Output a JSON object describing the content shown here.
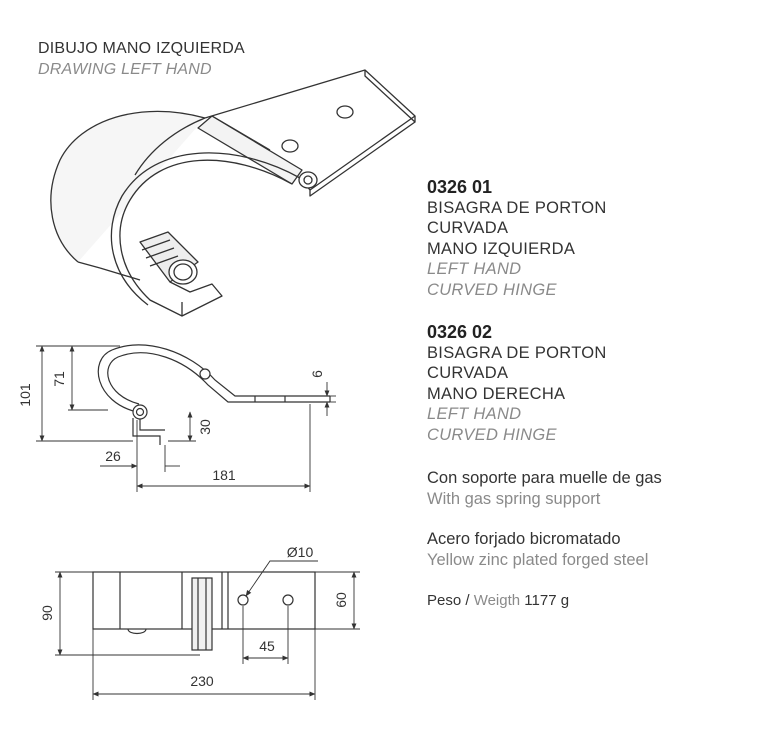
{
  "drawing_title": {
    "es": "DIBUJO MANO IZQUIERDA",
    "en": "DRAWING LEFT HAND"
  },
  "products": [
    {
      "code": "0326 01",
      "lines_es": [
        "BISAGRA DE PORTON",
        "CURVADA",
        "MANO IZQUIERDA"
      ],
      "lines_en": [
        "LEFT  HAND",
        "CURVED HINGE"
      ]
    },
    {
      "code": "0326 02",
      "lines_es": [
        "BISAGRA DE PORTON",
        "CURVADA",
        "MANO DERECHA"
      ],
      "lines_en": [
        "LEFT  HAND",
        "CURVED HINGE"
      ]
    }
  ],
  "support": {
    "es": "Con soporte para muelle de gas",
    "en": "With gas spring support"
  },
  "material": {
    "es": "Acero forjado bicromatado",
    "en": "Yellow zinc plated forged steel"
  },
  "weight": {
    "label_es": "Peso /",
    "label_en": "Weigth",
    "value": "1177 g"
  },
  "dimensions_side": {
    "height_total": "101",
    "height_curve": "71",
    "plate_thickness": "6",
    "pin_offset_v": "30",
    "pin_offset_h": "26",
    "length": "181"
  },
  "dimensions_top": {
    "width": "90",
    "hole_diameter": "Ø10",
    "plate_width": "60",
    "hole_spacing": "45",
    "length": "230"
  },
  "colors": {
    "line": "#333333",
    "secondary_text": "#8a8a8a",
    "shade": "#e6e6e6"
  }
}
